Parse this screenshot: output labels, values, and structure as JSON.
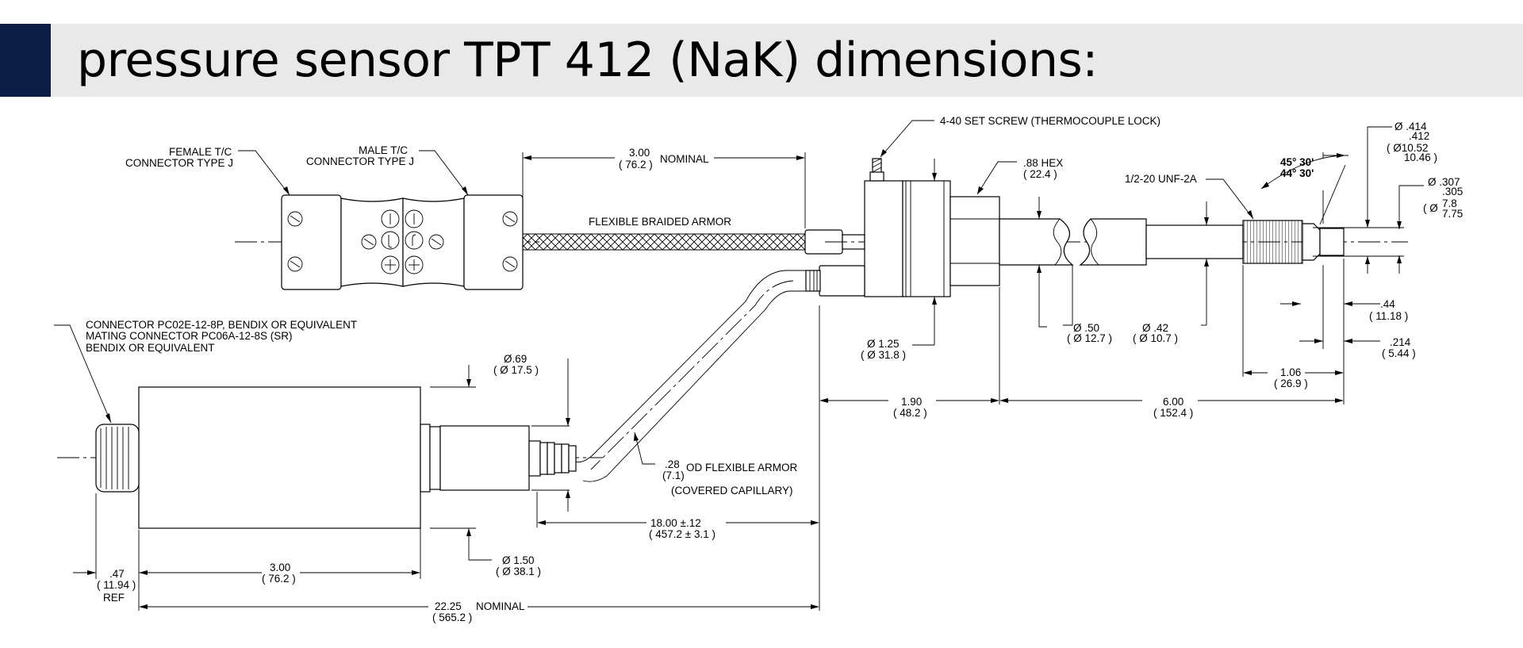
{
  "header": {
    "title": "pressure sensor TPT 412 (NaK) dimensions:",
    "accent_color": "#0b1f45",
    "band_color": "#e9e9e9"
  },
  "labels": {
    "set_screw": "4-40 SET SCREW (THERMOCOUPLE LOCK)",
    "female_tc_1": "FEMALE T/C",
    "female_tc_2": "CONNECTOR TYPE J",
    "male_tc_1": "MALE T/C",
    "male_tc_2": "CONNECTOR TYPE J",
    "braided_armor": "FLEXIBLE BRAIDED ARMOR",
    "hex": ".88 HEX",
    "hex_mm": "( 22.4 )",
    "thread": "1/2-20 UNF-2A",
    "angle_1": "45° 30'",
    "angle_2": "44° 30'",
    "connector_1": "CONNECTOR PC02E-12-8P, BENDIX OR EQUIVALENT",
    "connector_2": "MATING CONNECTOR PC06A-12-8S (SR)",
    "connector_3": "BENDIX OR EQUIVALENT",
    "od_armor": "OD FLEXIBLE ARMOR",
    "od_armor_in": ".28",
    "od_armor_mm": "(7.1)",
    "capillary": "(COVERED CAPILLARY)",
    "ref": "REF"
  },
  "dimensions": {
    "nominal_300": "3.00",
    "nominal_300_mm": "( 76.2 )",
    "nominal_word": "NOMINAL",
    "d414": "Ø .414",
    "d412": ".412",
    "d1052": "( Ø10.52",
    "d1046": "10.46 )",
    "d307": "Ø .307",
    "d305": ".305",
    "d78_prefix": "( Ø",
    "d78": "7.8",
    "d775": "7.75",
    "d125": "Ø 1.25",
    "d125_mm": "( Ø 31.8 )",
    "d50": "Ø .50",
    "d50_mm": "( Ø 12.7 )",
    "d42": "Ø .42",
    "d42_mm": "( Ø 10.7 )",
    "d44": ".44",
    "d44_mm": "( 11.18 )",
    "d214": ".214",
    "d214_mm": "( 5.44 )",
    "d106": "1.06",
    "d106_mm": "( 26.9 )",
    "d190": "1.90",
    "d190_mm": "( 48.2 )",
    "d600": "6.00",
    "d600_mm": "( 152.4 )",
    "d69": "Ø.69",
    "d69_mm": "( Ø 17.5 )",
    "d1800": "18.00  ±.12",
    "d1800_mm": "( 457.2 ± 3.1 )",
    "d150": "Ø 1.50",
    "d150_mm": "( Ø 38.1 )",
    "d47": ".47",
    "d47_mm": "( 11.94 )",
    "d300b": "3.00",
    "d300b_mm": "( 76.2 )",
    "d2225": "22.25",
    "d2225_word": "NOMINAL",
    "d2225_mm": "( 565.2 )"
  }
}
